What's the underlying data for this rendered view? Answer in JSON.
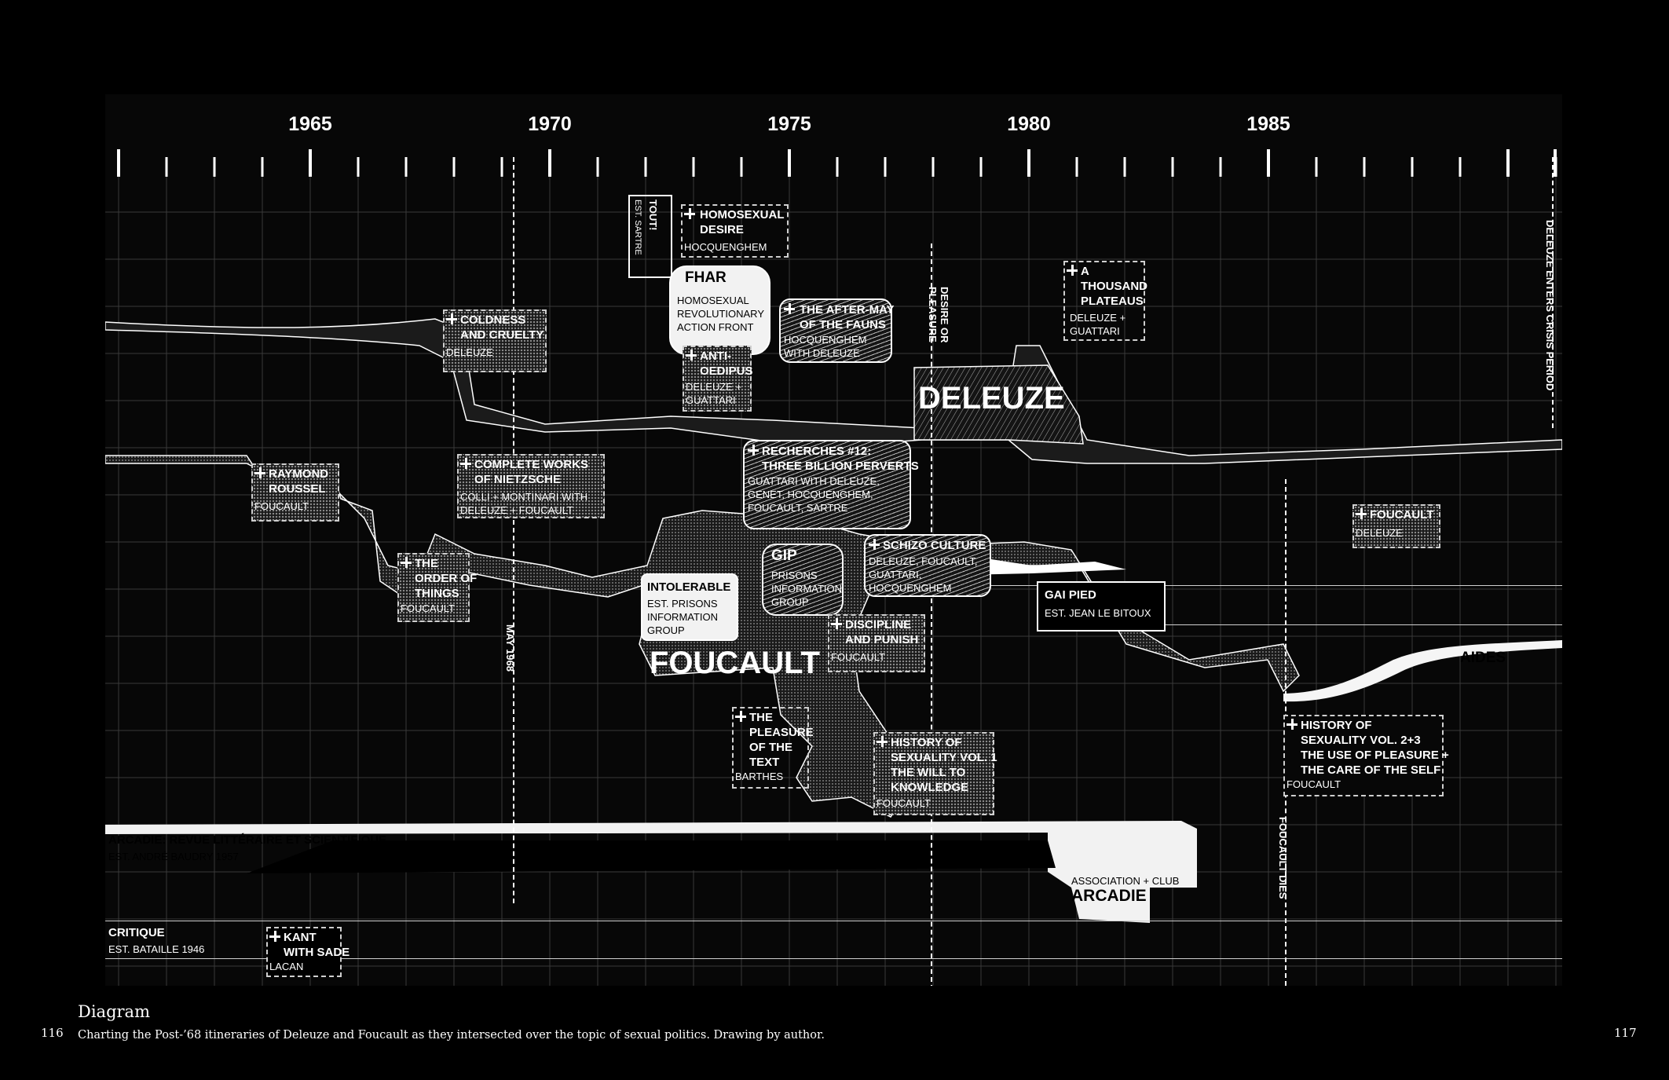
{
  "timeline": {
    "years": [
      "1965",
      "1970",
      "1975",
      "1980",
      "1985"
    ]
  },
  "events": {
    "may_1968": "MAY 1968",
    "desire_or_pleasure": "DESIRE OR PLEASURE",
    "foucault_dies": "FOUCAULT DIES",
    "deleuze_crisis": "DELEUZE ENTERS CRISIS PERIOD"
  },
  "streams": {
    "deleuze": "DELEUZE",
    "foucault": "FOUCAULT",
    "aides": "AIDES"
  },
  "works": {
    "homosexual_desire": {
      "title": "HOMOSEXUAL\nDESIRE",
      "author": "HOCQUENGHEM"
    },
    "tout": {
      "title": "TOUT!",
      "sub": "EST. SARTRE"
    },
    "fhar": {
      "title": "FHAR",
      "sub": "HOMOSEXUAL\nREVOLUTIONARY\nACTION FRONT"
    },
    "after_may": {
      "title": "THE AFTER-MAY\nOF THE FAUNS",
      "author": "HOCQUENGHEM\nWITH DELEUZE"
    },
    "anti_oedipus": {
      "title": "ANTI-\nOEDIPUS",
      "author": "DELEUZE +\nGUATTARI"
    },
    "thousand_plateaus": {
      "title": "A\nTHOUSAND\nPLATEAUS",
      "author": "DELEUZE +\nGUATTARI"
    },
    "coldness": {
      "title": "COLDNESS\nAND CRUELTY",
      "author": "DELEUZE"
    },
    "raymond": {
      "title": "RAYMOND\nROUSSEL",
      "author": "FOUCAULT"
    },
    "nietzsche": {
      "title": "COMPLETE WORKS\nOF NIETZSCHE",
      "author": "COLLI + MONTINARI WITH\nDELEUZE + FOUCAULT"
    },
    "recherches": {
      "title": "RECHERCHES #12:\nTHREE BILLION PERVERTS",
      "author": "GUATTARI WITH DELEUZE,\nGENET, HOCQUENGHEM,\nFOUCAULT, SARTRE"
    },
    "order_of_things": {
      "title": "THE\nORDER OF\nTHINGS",
      "author": "FOUCAULT"
    },
    "gip": {
      "title": "GIP",
      "sub": "PRISONS\nINFORMATION\nGROUP"
    },
    "intolerable": {
      "title": "INTOLERABLE",
      "sub": "EST. PRISONS\nINFORMATION\nGROUP"
    },
    "schizo": {
      "title": "SCHIZO CULTURE",
      "author": "DELEUZE, FOUCAULT,\nGUATTARI,\nHOCQUENGHEM"
    },
    "discipline": {
      "title": "DISCIPLINE\nAND PUNISH",
      "author": "FOUCAULT"
    },
    "gai_pied": {
      "title": "GAI PIED",
      "sub": "EST. JEAN LE BITOUX"
    },
    "foucault_late": {
      "title": "FOUCAULT",
      "author": "DELEUZE"
    },
    "pleasure_text": {
      "title": "THE\nPLEASURE\nOF THE\nTEXT",
      "author": "BARTHES"
    },
    "history_1": {
      "title": "HISTORY OF\nSEXUALITY VOL. 1\nTHE WILL TO\nKNOWLEDGE",
      "author": "FOUCAULT"
    },
    "history_23": {
      "title": "HISTORY OF\nSEXUALITY VOL. 2+3\nTHE USE OF PLEASURE +\nTHE CARE OF THE SELF",
      "author": "FOUCAULT"
    },
    "kant": {
      "title": "KANT\nWITH SADE",
      "author": "LACAN"
    }
  },
  "journals": {
    "arcadie": {
      "title": "ARCADIE: REVUE LITTÉRAIRE ET SCIENTIFIQUE",
      "sub": "EST. ANDRÉ BAUDRY 1957"
    },
    "arcadie_club": {
      "sub": "ASSOCIATION + CLUB",
      "title": "ARCADIE"
    },
    "critique": {
      "title": "CRITIQUE",
      "sub": "EST. BATAILLE 1946"
    }
  },
  "caption": {
    "title": "Diagram",
    "text": "Charting the Post-’68 itineraries of Deleuze and Foucault as they intersected over the topic of sexual politics. Drawing by author."
  },
  "page_numbers": {
    "left": "116",
    "right": "117"
  }
}
